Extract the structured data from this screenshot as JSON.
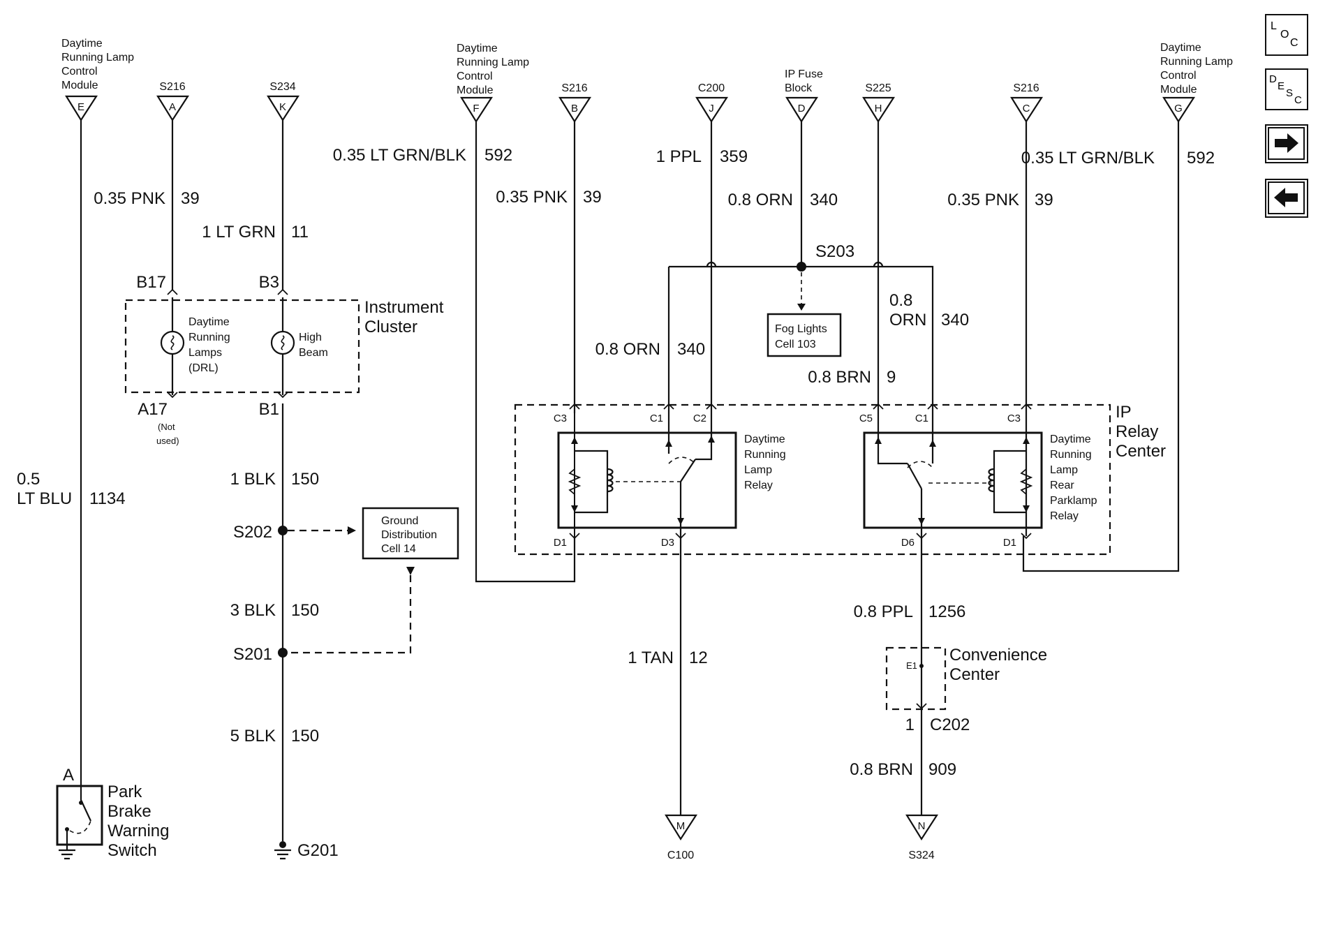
{
  "nav": {
    "loc": [
      "L",
      "O",
      "C"
    ],
    "desc": [
      "D",
      "E",
      "S",
      "C"
    ],
    "next_icon": "right-arrow-icon",
    "prev_icon": "left-arrow-icon"
  },
  "connectors": [
    {
      "pin": "E",
      "title": [
        "Daytime",
        "Running Lamp",
        "Control",
        "Module"
      ]
    },
    {
      "pin": "A",
      "ref": "S216"
    },
    {
      "pin": "K",
      "ref": "S234"
    },
    {
      "pin": "F",
      "title": [
        "Daytime",
        "Running Lamp",
        "Control",
        "Module"
      ]
    },
    {
      "pin": "B",
      "ref": "S216"
    },
    {
      "pin": "J",
      "ref": "C200"
    },
    {
      "pin": "D",
      "title": [
        "IP Fuse",
        "Block"
      ]
    },
    {
      "pin": "H",
      "ref": "S225"
    },
    {
      "pin": "C",
      "ref": "S216"
    },
    {
      "pin": "G",
      "title": [
        "Daytime",
        "Running Lamp",
        "Control",
        "Module"
      ]
    }
  ],
  "wires": [
    {
      "size": "0.35 LT GRN/BLK",
      "circuit": "592"
    },
    {
      "size": "1 PPL",
      "circuit": "359"
    },
    {
      "size": "0.35 LT GRN/BLK",
      "circuit": "592"
    },
    {
      "size": "0.35 PNK",
      "circuit": "39"
    },
    {
      "size": "0.35 PNK",
      "circuit": "39"
    },
    {
      "size": "0.8 ORN",
      "circuit": "340"
    },
    {
      "size": "0.35 PNK",
      "circuit": "39"
    },
    {
      "size": "1 LT GRN",
      "circuit": "11"
    },
    {
      "size": "0.8 ORN",
      "circuit": "340"
    },
    {
      "size": "0.8 BRN",
      "circuit": "9"
    },
    {
      "size": "1 BLK",
      "circuit": "150"
    },
    {
      "size": "3 BLK",
      "circuit": "150"
    },
    {
      "size": "5 BLK",
      "circuit": "150"
    },
    {
      "size": "1 TAN",
      "circuit": "12"
    },
    {
      "size": "0.8 PPL",
      "circuit": "1256"
    },
    {
      "size": "0.8 BRN",
      "circuit": "909"
    }
  ],
  "wire_split": {
    "size_top": "0.8",
    "size_bottom": "ORN",
    "circuit": "340"
  },
  "wire_lt_blu": {
    "size_top": "0.5",
    "size_bottom": "LT BLU",
    "circuit": "1134"
  },
  "splices": {
    "s203": "S203",
    "s202": "S202",
    "s201": "S201"
  },
  "cluster": {
    "title": [
      "Instrument",
      "Cluster"
    ],
    "drl_lamp": [
      "Daytime",
      "Running",
      "Lamps",
      "(DRL)"
    ],
    "high_beam": [
      "High",
      "Beam"
    ],
    "pins": {
      "b17": "B17",
      "b3": "B3",
      "a17": "A17",
      "b1": "B1"
    },
    "not_used": [
      "(Not",
      "used)"
    ]
  },
  "relay_center": {
    "title": [
      "IP",
      "Relay",
      "Center"
    ],
    "drl_relay": [
      "Daytime",
      "Running",
      "Lamp",
      "Relay"
    ],
    "rear_relay": [
      "Daytime",
      "Running",
      "Lamp",
      "Rear",
      "Parklamp",
      "Relay"
    ],
    "left_pins": {
      "c3": "C3",
      "c1": "C1",
      "c2": "C2",
      "d1": "D1",
      "d3": "D3"
    },
    "right_pins": {
      "c5": "C5",
      "c1": "C1",
      "c3": "C3",
      "d6": "D6",
      "d1": "D1"
    }
  },
  "refs": {
    "fog": [
      "Fog Lights",
      "Cell 103"
    ],
    "ground": [
      "Ground",
      "Distribution",
      "Cell 14"
    ]
  },
  "convenience": {
    "title": [
      "Convenience",
      "Center"
    ],
    "pin": "E1",
    "c202_pin": "1",
    "c202": "C202"
  },
  "switch": {
    "pin": "A",
    "title": [
      "Park",
      "Brake",
      "Warning",
      "Switch"
    ]
  },
  "ground": {
    "g201": "G201"
  },
  "bottom_connectors": [
    {
      "pin": "M",
      "ref": "C100"
    },
    {
      "pin": "N",
      "ref": "S324"
    }
  ]
}
